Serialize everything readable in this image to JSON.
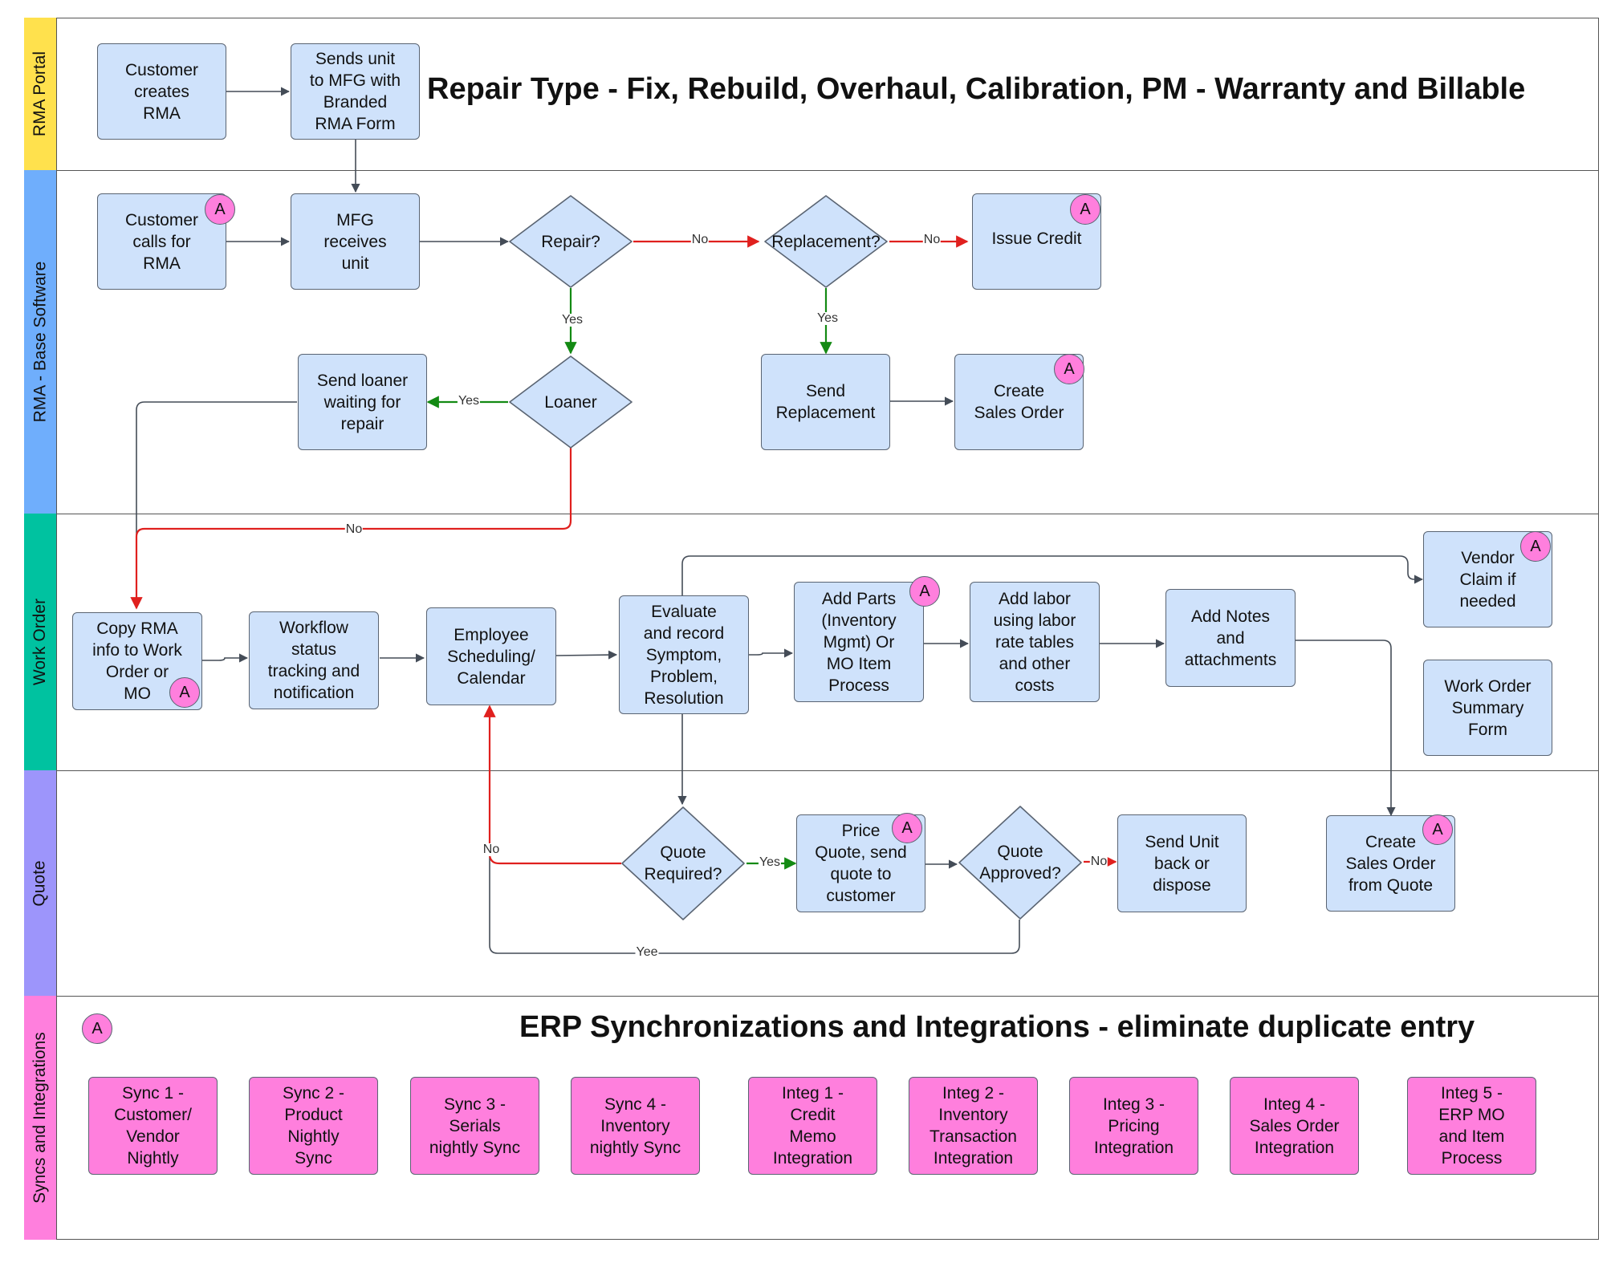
{
  "lanes": [
    {
      "id": "portal",
      "label": "RMA Portal",
      "color": "#ffe14d"
    },
    {
      "id": "base",
      "label": "RMA - Base Software",
      "color": "#6faefc"
    },
    {
      "id": "wo",
      "label": "Work Order",
      "color": "#00c2a0"
    },
    {
      "id": "quote",
      "label": "Quote",
      "color": "#9d95fb"
    },
    {
      "id": "sync",
      "label": "Syncs and Integrations",
      "color": "#ff7fdd"
    }
  ],
  "titles": {
    "main": "Repair Type - Fix, Rebuild, Overhaul, Calibration, PM - Warranty and Billable",
    "erp": "ERP Synchronizations and Integrations - eliminate duplicate entry"
  },
  "badge_text": "A",
  "nodes": {
    "customer_creates_rma": "Customer\ncreates\nRMA",
    "sends_unit": "Sends unit\nto MFG with\nBranded\nRMA Form",
    "customer_calls": "Customer\ncalls for\nRMA",
    "mfg_receives": "MFG\nreceives\nunit",
    "repair_q": "Repair?",
    "replacement_q": "Replacement?",
    "issue_credit": "Issue Credit",
    "loaner_q": "Loaner",
    "send_loaner": "Send loaner\nwaiting for\nrepair",
    "send_replacement": "Send\nReplacement",
    "create_so": "Create\nSales Order",
    "copy_rma": "Copy RMA\ninfo to Work\nOrder or\nMO",
    "workflow_status": "Workflow\nstatus\ntracking and\nnotification",
    "employee_sched": "Employee\nScheduling/\nCalendar",
    "evaluate": "Evaluate\nand record\nSymptom,\nProblem,\nResolution",
    "add_parts": "Add Parts\n(Inventory\nMgmt) Or\nMO Item\nProcess",
    "add_labor": "Add labor\nusing labor\nrate tables\nand other\ncosts",
    "add_notes": "Add Notes\nand\nattachments",
    "vendor_claim": "Vendor\nClaim if\nneeded",
    "wo_summary": "Work Order\nSummary\nForm",
    "quote_required_q": "Quote\nRequired?",
    "price_quote": "Price\nQuote, send\nquote to\ncustomer",
    "quote_approved_q": "Quote\nApproved?",
    "send_unit_back": "Send Unit\nback or\ndispose",
    "create_so_quote": "Create\nSales Order\nfrom Quote"
  },
  "syncs": [
    "Sync 1 -\nCustomer/\nVendor\nNightly",
    "Sync 2 -\nProduct\nNightly\nSync",
    "Sync 3 -\nSerials\nnightly Sync",
    "Sync 4 -\nInventory\nnightly Sync",
    "Integ 1 -\nCredit\nMemo\nIntegration",
    "Integ 2 -\nInventory\nTransaction\nIntegration",
    "Integ 3 -\nPricing\nIntegration",
    "Integ 4 -\nSales Order\nIntegration",
    "Integ 5 -\nERP MO\nand Item\nProcess"
  ],
  "edge_labels": {
    "repair_no": "No",
    "repair_yes": "Yes",
    "replacement_no": "No",
    "replacement_yes": "Yes",
    "loaner_yes": "Yes",
    "loaner_no": "No",
    "quote_no": "No",
    "quote_yes": "Yes",
    "approved_no": "No",
    "approved_yee": "Yee"
  },
  "colors": {
    "node_fill": "#cfe2fb",
    "node_border": "#5a6472",
    "pink": "#ff7fdd",
    "edge_no": "#e0201e",
    "edge_yes": "#138a13",
    "edge_plain": "#444c57"
  }
}
